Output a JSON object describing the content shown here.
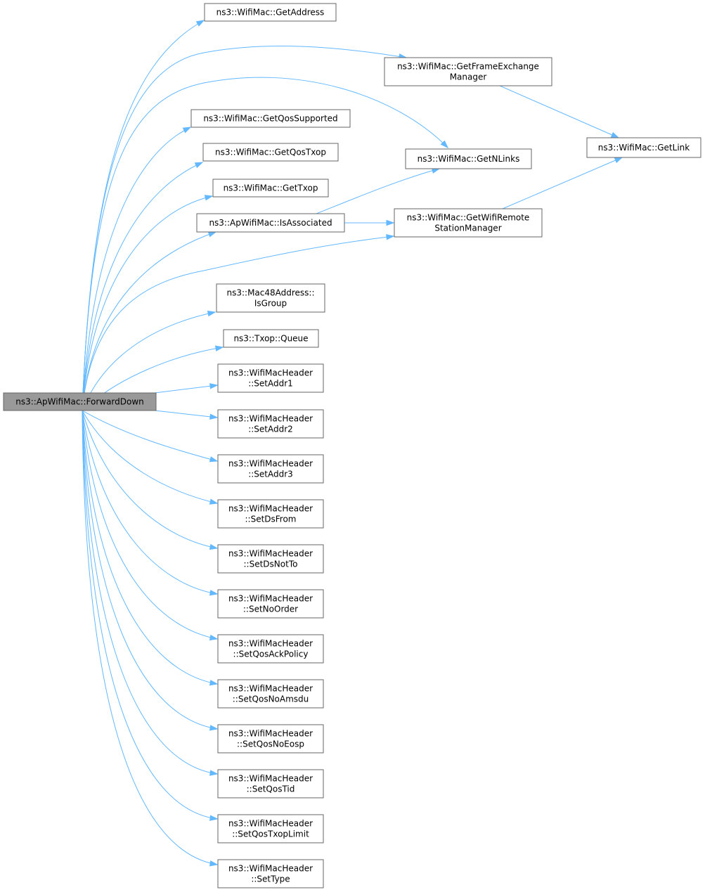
{
  "nodes": [
    {
      "id": "forward_down",
      "lines": [
        "ns3::ApWifiMac::ForwardDown"
      ],
      "root": true
    },
    {
      "id": "get_address",
      "lines": [
        "ns3::WifiMac::GetAddress"
      ]
    },
    {
      "id": "get_fem",
      "lines": [
        "ns3::WifiMac::GetFrameExchange",
        "Manager"
      ]
    },
    {
      "id": "get_link",
      "lines": [
        "ns3::WifiMac::GetLink"
      ]
    },
    {
      "id": "get_qos_supported",
      "lines": [
        "ns3::WifiMac::GetQosSupported"
      ]
    },
    {
      "id": "get_qos_txop",
      "lines": [
        "ns3::WifiMac::GetQosTxop"
      ]
    },
    {
      "id": "get_nlinks",
      "lines": [
        "ns3::WifiMac::GetNLinks"
      ]
    },
    {
      "id": "get_txop",
      "lines": [
        "ns3::WifiMac::GetTxop"
      ]
    },
    {
      "id": "is_associated",
      "lines": [
        "ns3::ApWifiMac::IsAssociated"
      ]
    },
    {
      "id": "get_wrsm",
      "lines": [
        "ns3::WifiMac::GetWifiRemote",
        "StationManager"
      ]
    },
    {
      "id": "is_group",
      "lines": [
        "ns3::Mac48Address::",
        "IsGroup"
      ]
    },
    {
      "id": "queue",
      "lines": [
        "ns3::Txop::Queue"
      ]
    },
    {
      "id": "set_addr1",
      "lines": [
        "ns3::WifiMacHeader",
        "::SetAddr1"
      ]
    },
    {
      "id": "set_addr2",
      "lines": [
        "ns3::WifiMacHeader",
        "::SetAddr2"
      ]
    },
    {
      "id": "set_addr3",
      "lines": [
        "ns3::WifiMacHeader",
        "::SetAddr3"
      ]
    },
    {
      "id": "set_ds_from",
      "lines": [
        "ns3::WifiMacHeader",
        "::SetDsFrom"
      ]
    },
    {
      "id": "set_ds_not_to",
      "lines": [
        "ns3::WifiMacHeader",
        "::SetDsNotTo"
      ]
    },
    {
      "id": "set_no_order",
      "lines": [
        "ns3::WifiMacHeader",
        "::SetNoOrder"
      ]
    },
    {
      "id": "set_qos_ack_policy",
      "lines": [
        "ns3::WifiMacHeader",
        "::SetQosAckPolicy"
      ]
    },
    {
      "id": "set_qos_no_amsdu",
      "lines": [
        "ns3::WifiMacHeader",
        "::SetQosNoAmsdu"
      ]
    },
    {
      "id": "set_qos_no_eosp",
      "lines": [
        "ns3::WifiMacHeader",
        "::SetQosNoEosp"
      ]
    },
    {
      "id": "set_qos_tid",
      "lines": [
        "ns3::WifiMacHeader",
        "::SetQosTid"
      ]
    },
    {
      "id": "set_qos_txop_limit",
      "lines": [
        "ns3::WifiMacHeader",
        "::SetQosTxopLimit"
      ]
    },
    {
      "id": "set_type",
      "lines": [
        "ns3::WifiMacHeader",
        "::SetType"
      ]
    }
  ],
  "edges": [
    {
      "from": "forward_down",
      "to": "get_address"
    },
    {
      "from": "forward_down",
      "to": "get_fem"
    },
    {
      "from": "forward_down",
      "to": "get_nlinks"
    },
    {
      "from": "forward_down",
      "to": "get_qos_supported"
    },
    {
      "from": "forward_down",
      "to": "get_qos_txop"
    },
    {
      "from": "forward_down",
      "to": "get_txop"
    },
    {
      "from": "forward_down",
      "to": "is_associated"
    },
    {
      "from": "forward_down",
      "to": "get_wrsm"
    },
    {
      "from": "forward_down",
      "to": "is_group"
    },
    {
      "from": "forward_down",
      "to": "queue"
    },
    {
      "from": "forward_down",
      "to": "set_addr1"
    },
    {
      "from": "forward_down",
      "to": "set_addr2"
    },
    {
      "from": "forward_down",
      "to": "set_addr3"
    },
    {
      "from": "forward_down",
      "to": "set_ds_from"
    },
    {
      "from": "forward_down",
      "to": "set_ds_not_to"
    },
    {
      "from": "forward_down",
      "to": "set_no_order"
    },
    {
      "from": "forward_down",
      "to": "set_qos_ack_policy"
    },
    {
      "from": "forward_down",
      "to": "set_qos_no_amsdu"
    },
    {
      "from": "forward_down",
      "to": "set_qos_no_eosp"
    },
    {
      "from": "forward_down",
      "to": "set_qos_tid"
    },
    {
      "from": "forward_down",
      "to": "set_qos_txop_limit"
    },
    {
      "from": "forward_down",
      "to": "set_type"
    },
    {
      "from": "get_fem",
      "to": "get_link"
    },
    {
      "from": "is_associated",
      "to": "get_nlinks"
    },
    {
      "from": "is_associated",
      "to": "get_wrsm"
    },
    {
      "from": "get_wrsm",
      "to": "get_link"
    }
  ],
  "colors": {
    "edge": "#63b8ff",
    "node_border": "#666666",
    "node_fill": "#ffffff",
    "root_fill": "#999999"
  }
}
